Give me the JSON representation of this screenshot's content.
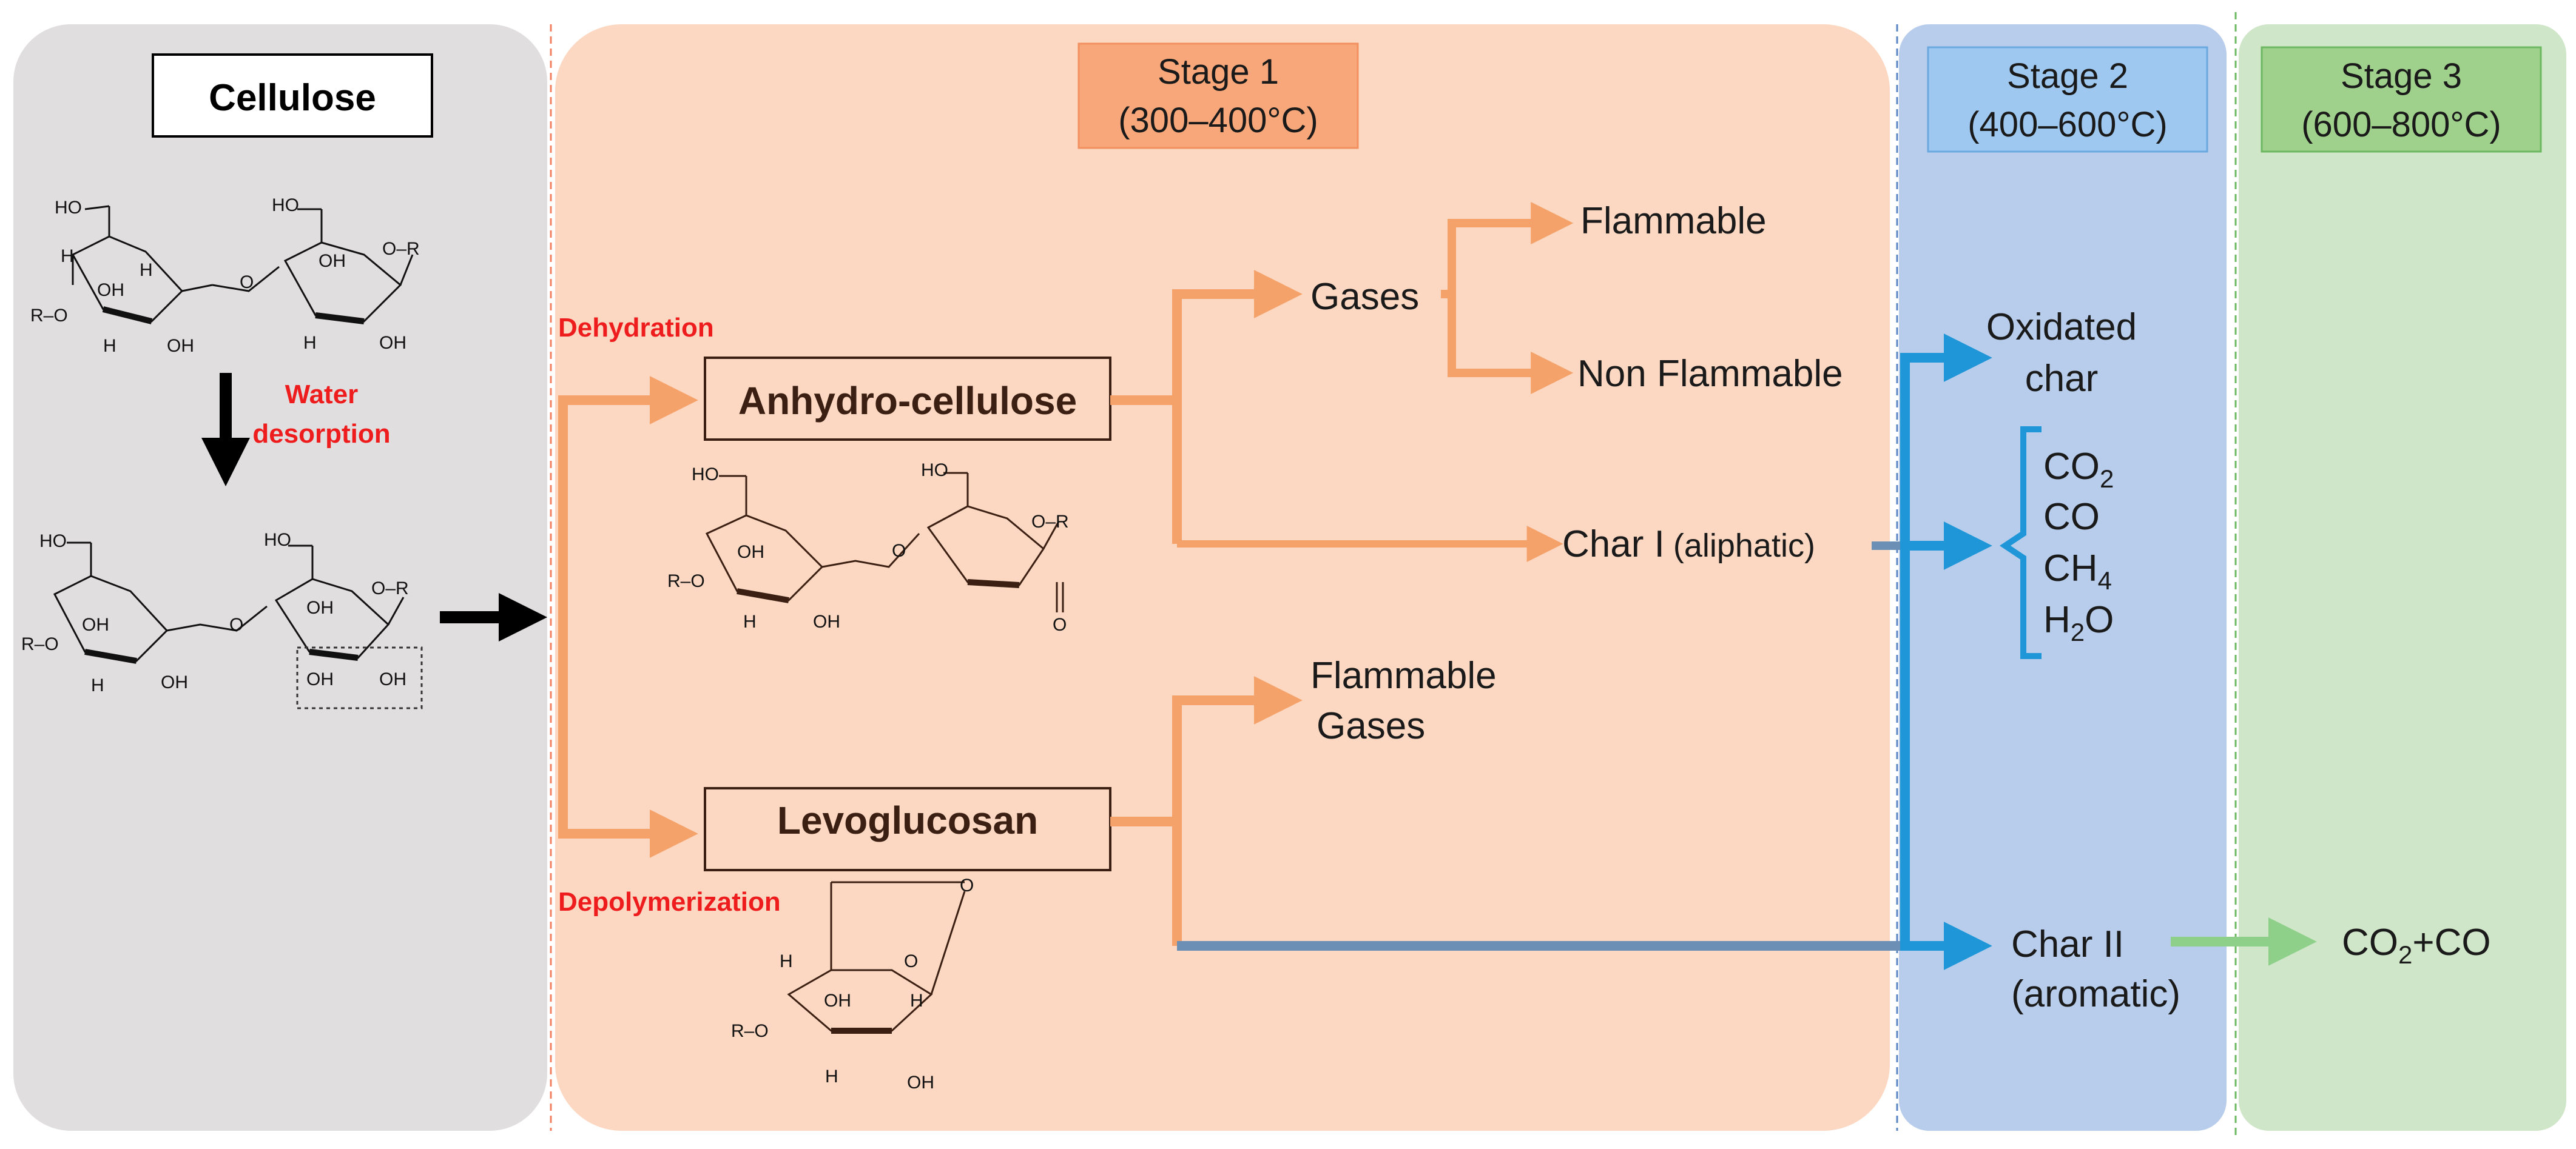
{
  "colors": {
    "cellulose_panel": "#e0dedf",
    "stage1_panel": "#fcd8c2",
    "stage2_panel": "#b7cdeb",
    "stage3_panel": "#cfe6c8",
    "stage1_box": "#f7a77a",
    "stage2_box": "#9ec8ef",
    "stage3_box": "#9fd08c",
    "orange_arrow": "#f5a26a",
    "blue_arrow": "#1f96d8",
    "gray_blue_line": "#6c8fb5",
    "green_arrow": "#8ed08a",
    "red_label": "#ee1c1c",
    "dark_box_border": "#3a1f12"
  },
  "cellulose": {
    "title": "Cellulose",
    "step_label_line1": "Water",
    "step_label_line2": "desorption"
  },
  "stages": {
    "stage1": {
      "title": "Stage 1",
      "range": "(300–400°C)"
    },
    "stage2": {
      "title": "Stage 2",
      "range": "(400–600°C)"
    },
    "stage3": {
      "title": "Stage 3",
      "range": "(600–800°C)"
    }
  },
  "stage1": {
    "dehydration_label": "Dehydration",
    "depolymerization_label": "Depolymerization",
    "anhydro_label": "Anhydro-cellulose",
    "levoglucosan_label": "Levoglucosan",
    "gases_label": "Gases",
    "flammable_label": "Flammable",
    "non_flammable_label": "Non Flammable",
    "char1_main": "Char I",
    "char1_paren": "(aliphatic)",
    "flammable_gases_line1": "Flammable",
    "flammable_gases_line2": "Gases"
  },
  "stage2": {
    "oxidated_line1": "Oxidated",
    "oxidated_line2": "char",
    "products": [
      {
        "base": "CO",
        "sub": "2"
      },
      {
        "base": "CO",
        "sub": ""
      },
      {
        "base": "CH",
        "sub": "4"
      },
      {
        "base": "H",
        "sub": "2",
        "tail": "O"
      }
    ],
    "char2_line1": "Char II",
    "char2_line2": "(aromatic)"
  },
  "stage3": {
    "product_a": "CO",
    "product_sub": "2",
    "product_b": "+CO"
  },
  "chem_labels": {
    "ho": "HO",
    "oh": "OH",
    "h": "H",
    "o": "O",
    "r_o": "R–O",
    "o_r": "O–R"
  }
}
